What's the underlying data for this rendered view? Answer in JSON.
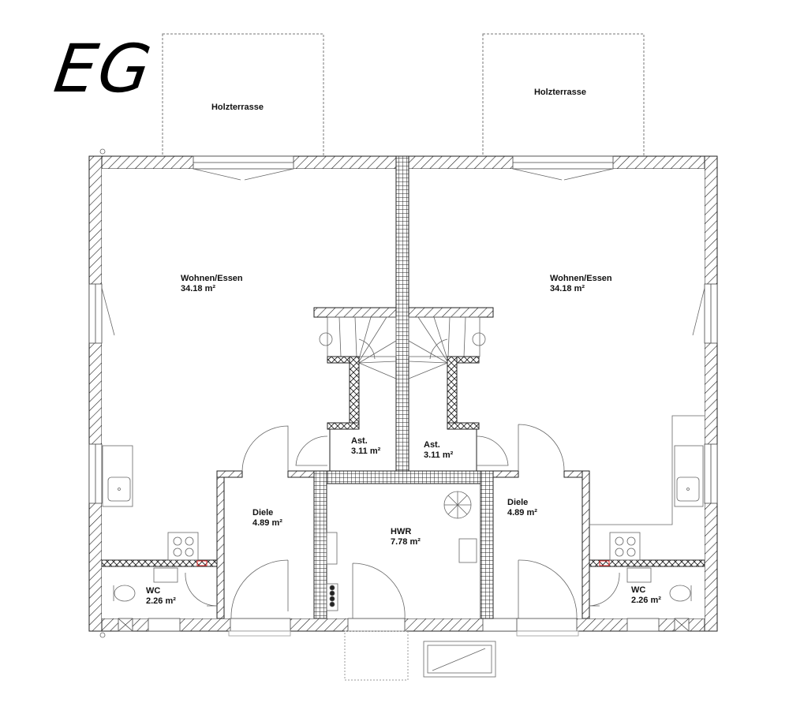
{
  "title": "EG",
  "terraces": [
    {
      "label": "Holzterrasse"
    },
    {
      "label": "Holzterrasse"
    }
  ],
  "rooms": {
    "left": {
      "wohnen": {
        "name": "Wohnen/Essen",
        "area": "34.18 m²"
      },
      "ast": {
        "name": "Ast.",
        "area": "3.11 m²"
      },
      "diele": {
        "name": "Diele",
        "area": "4.89 m²"
      },
      "wc": {
        "name": "WC",
        "area": "2.26 m²"
      }
    },
    "right": {
      "wohnen": {
        "name": "Wohnen/Essen",
        "area": "34.18 m²"
      },
      "ast": {
        "name": "Ast.",
        "area": "3.11 m²"
      },
      "diele": {
        "name": "Diele",
        "area": "4.89 m²"
      },
      "wc": {
        "name": "WC",
        "area": "2.26 m²"
      }
    },
    "hwr": {
      "name": "HWR",
      "area": "7.78 m²"
    }
  }
}
